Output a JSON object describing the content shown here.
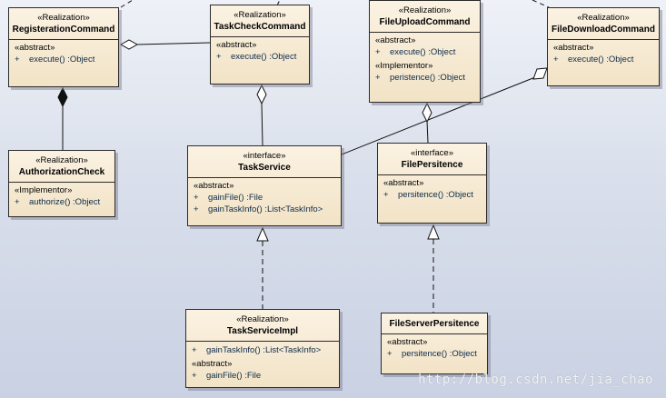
{
  "classes": {
    "registration": {
      "stereotype": "«Realization»",
      "name": "RegisterationCommand",
      "sections": [
        {
          "group": "«abstract»",
          "ops": [
            {
              "vis": "+",
              "sig": "execute() :Object"
            }
          ]
        }
      ]
    },
    "taskcheck": {
      "stereotype": "«Realization»",
      "name": "TaskCheckCommand",
      "sections": [
        {
          "group": "«abstract»",
          "ops": [
            {
              "vis": "+",
              "sig": "execute() :Object"
            }
          ]
        }
      ]
    },
    "fileupload": {
      "stereotype": "«Realization»",
      "name": "FileUploadCommand",
      "sections": [
        {
          "group": "«abstract»",
          "ops": [
            {
              "vis": "+",
              "sig": "execute() :Object"
            }
          ]
        },
        {
          "group": "«Implementor»",
          "ops": [
            {
              "vis": "+",
              "sig": "peristence() :Object"
            }
          ]
        }
      ]
    },
    "filedownload": {
      "stereotype": "«Realization»",
      "name": "FileDownloadCommand",
      "sections": [
        {
          "group": "«abstract»",
          "ops": [
            {
              "vis": "+",
              "sig": "execute() :Object"
            }
          ]
        }
      ]
    },
    "authorization": {
      "stereotype": "«Realization»",
      "name": "AuthorizationCheck",
      "sections": [
        {
          "group": "«Implementor»",
          "ops": [
            {
              "vis": "+",
              "sig": "authorize() :Object"
            }
          ]
        }
      ]
    },
    "taskservice": {
      "stereotype": "«interface»",
      "name": "TaskService",
      "sections": [
        {
          "group": "«abstract»",
          "ops": [
            {
              "vis": "+",
              "sig": "gainFile() :File"
            },
            {
              "vis": "+",
              "sig": "gainTaskInfo() :List<TaskInfo>"
            }
          ]
        }
      ]
    },
    "filepersistence": {
      "stereotype": "«interface»",
      "name": "FilePersitence",
      "sections": [
        {
          "group": "«abstract»",
          "ops": [
            {
              "vis": "+",
              "sig": "persitence() :Object"
            }
          ]
        }
      ]
    },
    "taskserviceimpl": {
      "stereotype": "«Realization»",
      "name": "TaskServiceImpl",
      "sections": [
        {
          "group": "",
          "ops": [
            {
              "vis": "+",
              "sig": "gainTaskInfo() :List<TaskInfo>"
            }
          ]
        },
        {
          "group": "«abstract»",
          "ops": [
            {
              "vis": "+",
              "sig": "gainFile() :File"
            }
          ]
        }
      ]
    },
    "fileserver": {
      "stereotype": "",
      "name": "FileServerPersitence",
      "sections": [
        {
          "group": "«abstract»",
          "ops": [
            {
              "vis": "+",
              "sig": "persitence() :Object"
            }
          ]
        }
      ]
    }
  },
  "watermark": "http://blog.csdn.net/jia_chao"
}
